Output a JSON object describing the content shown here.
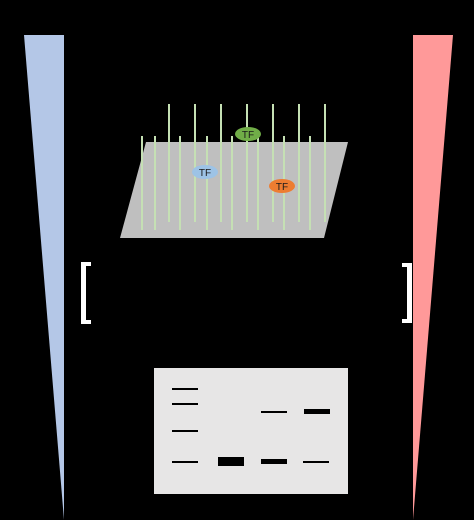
{
  "colors": {
    "background": "#000000",
    "left_wedge": "#b4c7e7",
    "right_wedge": "#ff9999",
    "membrane": "#bfbfbf",
    "fibers": "#c5e0b4",
    "tf_green": "#70ad47",
    "tf_blue": "#9dc3e6",
    "tf_orange": "#ed7d31",
    "gel": "#e7e6e6",
    "band": "#000000"
  },
  "transcription_factors": [
    {
      "label": "TF",
      "color": "#70ad47"
    },
    {
      "label": "TF",
      "color": "#9dc3e6"
    },
    {
      "label": "TF",
      "color": "#ed7d31"
    }
  ],
  "gel": {
    "lanes": 4,
    "bands_per_lane": [
      4,
      1,
      2,
      2
    ]
  }
}
